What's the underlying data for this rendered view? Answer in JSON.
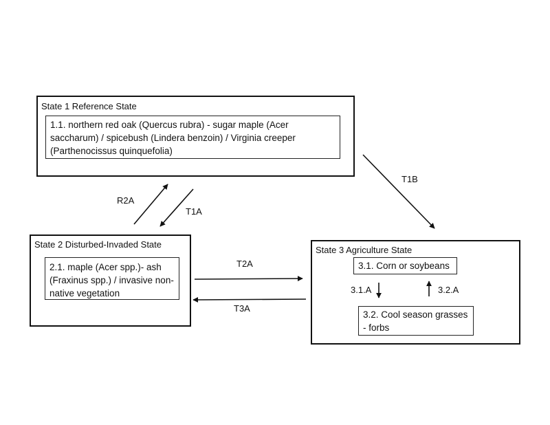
{
  "diagram": {
    "states": [
      {
        "title": "State 1 Reference State",
        "communities": [
          {
            "text": "1.1. northern red oak (Quercus rubra) -  sugar maple (Acer saccharum) / spicebush (Lindera benzoin) /  Virginia creeper (Parthenocissus quinquefolia)"
          }
        ]
      },
      {
        "title": "State 2 Disturbed-Invaded State",
        "communities": [
          {
            "text": "2.1. maple (Acer spp.)- ash (Fraxinus spp.) / invasive non-native vegetation"
          }
        ]
      },
      {
        "title": "State 3  Agriculture State",
        "communities": [
          {
            "text": "3.1. Corn or soybeans"
          },
          {
            "text": "3.2. Cool season grasses - forbs"
          }
        ]
      }
    ],
    "transitions": [
      {
        "label": "R2A",
        "from": "State 2",
        "to": "State 1"
      },
      {
        "label": "T1A",
        "from": "State 1",
        "to": "State 2"
      },
      {
        "label": "T1B",
        "from": "State 1",
        "to": "State 3"
      },
      {
        "label": "T2A",
        "from": "State 2",
        "to": "State 3"
      },
      {
        "label": "T3A",
        "from": "State 3",
        "to": "State 2"
      },
      {
        "label": "3.1.A",
        "from": "3.1",
        "to": "3.2"
      },
      {
        "label": "3.2.A",
        "from": "3.2",
        "to": "3.1"
      }
    ]
  }
}
